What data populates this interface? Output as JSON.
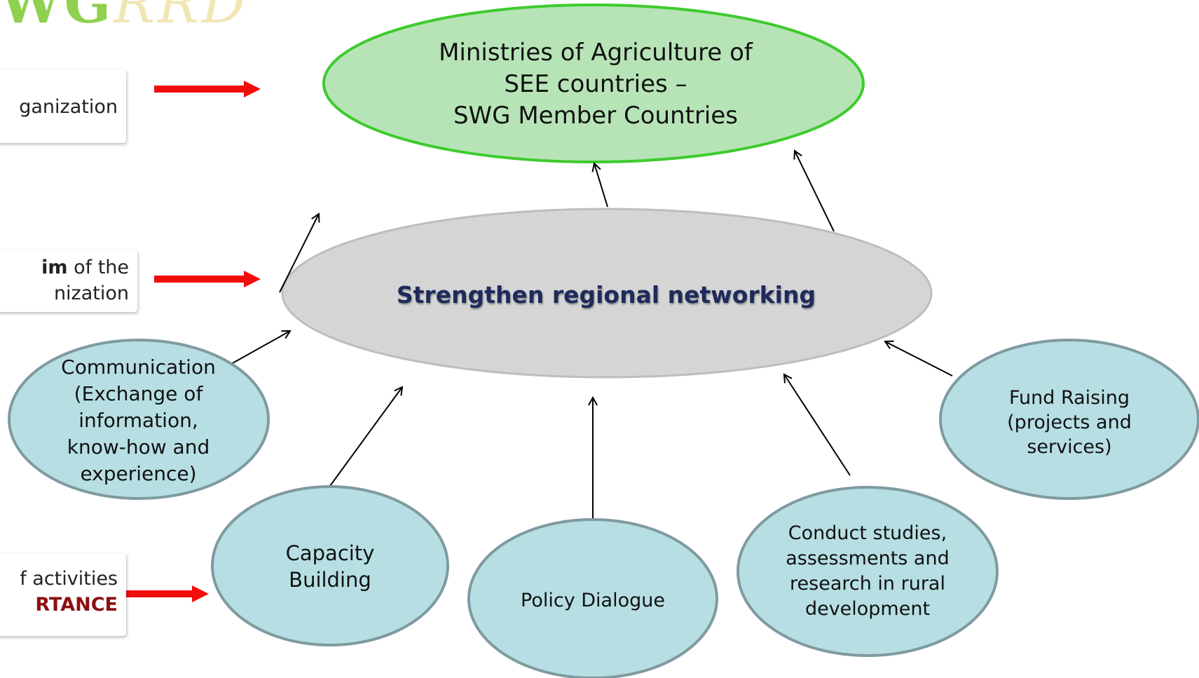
{
  "logo": {
    "text": "SWG RRD"
  },
  "side_boxes": [
    {
      "lines": [
        "ganization"
      ]
    },
    {
      "lines": [
        "im of the",
        "nization"
      ],
      "bold_part": "im"
    },
    {
      "lines": [
        "f activities",
        "RTANCE"
      ]
    }
  ],
  "top_node": {
    "lines": [
      "Ministries of Agriculture of",
      "SEE countries –",
      "SWG Member Countries"
    ]
  },
  "center_node": {
    "label": "Strengthen regional networking"
  },
  "activity_nodes": [
    {
      "id": "communication",
      "lines": [
        "Communication",
        "(Exchange of",
        "information,",
        "know-how and",
        "experience)"
      ]
    },
    {
      "id": "capacity",
      "lines": [
        "Capacity",
        "Building"
      ]
    },
    {
      "id": "policy",
      "lines": [
        "Policy Dialogue"
      ]
    },
    {
      "id": "studies",
      "lines": [
        "Conduct studies,",
        "assessments and",
        "research in rural",
        "development"
      ]
    },
    {
      "id": "fund",
      "lines": [
        "Fund Raising",
        "(projects and",
        "services)"
      ]
    }
  ],
  "colors": {
    "top_fill": "#b7e4b7",
    "top_stroke": "#3ecb2e",
    "center_fill": "#d5d5d5",
    "center_stroke": "#bdbdbd",
    "center_text": "#1f2a5c",
    "activity_fill": "#b7dfe3",
    "activity_stroke": "#7f9aa0",
    "red_arrow": "#f20d0d",
    "logo_green": "#8fd14f"
  }
}
